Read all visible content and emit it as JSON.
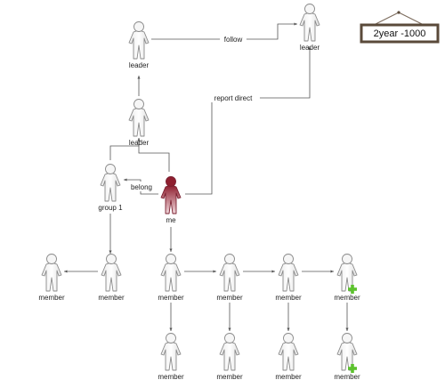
{
  "title_box": {
    "text": "2year -1000"
  },
  "nodes": [
    {
      "id": "leader-top",
      "label": "leader",
      "kind": "person",
      "badge": false
    },
    {
      "id": "leader-right",
      "label": "leader",
      "kind": "person",
      "badge": false
    },
    {
      "id": "leader-mid",
      "label": "leader",
      "kind": "person",
      "badge": false
    },
    {
      "id": "group-1",
      "label": "group 1",
      "kind": "person",
      "badge": false
    },
    {
      "id": "me",
      "label": "me",
      "kind": "me",
      "badge": false
    },
    {
      "id": "member-r1-1",
      "label": "member",
      "kind": "person",
      "badge": false
    },
    {
      "id": "member-r1-2",
      "label": "member",
      "kind": "person",
      "badge": false
    },
    {
      "id": "member-r1-3",
      "label": "member",
      "kind": "person",
      "badge": false
    },
    {
      "id": "member-r1-4",
      "label": "member",
      "kind": "person",
      "badge": false
    },
    {
      "id": "member-r1-5",
      "label": "member",
      "kind": "person",
      "badge": false
    },
    {
      "id": "member-r1-6",
      "label": "member",
      "kind": "person",
      "badge": true
    },
    {
      "id": "member-r2-1",
      "label": "member",
      "kind": "person",
      "badge": false
    },
    {
      "id": "member-r2-2",
      "label": "member",
      "kind": "person",
      "badge": false
    },
    {
      "id": "member-r2-3",
      "label": "member",
      "kind": "person",
      "badge": false
    },
    {
      "id": "member-r2-4",
      "label": "member",
      "kind": "person",
      "badge": true
    }
  ],
  "edges": [
    {
      "from": "leader-top",
      "to": "leader-right",
      "label": "follow"
    },
    {
      "from": "me",
      "to": "leader-right",
      "label": "report direct"
    },
    {
      "from": "leader-mid",
      "to": "leader-top",
      "label": ""
    },
    {
      "from": "group-1",
      "to": "leader-mid",
      "label": ""
    },
    {
      "from": "me",
      "to": "leader-mid",
      "label": ""
    },
    {
      "from": "me",
      "to": "group-1",
      "label": "belong"
    },
    {
      "from": "group-1",
      "to": "member-r1-2",
      "label": ""
    },
    {
      "from": "member-r1-2",
      "to": "member-r1-1",
      "label": ""
    },
    {
      "from": "me",
      "to": "member-r1-3",
      "label": ""
    },
    {
      "from": "member-r1-3",
      "to": "member-r1-4",
      "label": ""
    },
    {
      "from": "member-r1-4",
      "to": "member-r1-5",
      "label": ""
    },
    {
      "from": "member-r1-5",
      "to": "member-r1-6",
      "label": ""
    },
    {
      "from": "member-r1-3",
      "to": "member-r2-1",
      "label": ""
    },
    {
      "from": "member-r1-4",
      "to": "member-r2-2",
      "label": ""
    },
    {
      "from": "member-r1-5",
      "to": "member-r2-3",
      "label": ""
    },
    {
      "from": "member-r1-6",
      "to": "member-r2-4",
      "label": ""
    }
  ],
  "colors": {
    "person_fill": "#f4f4f4",
    "person_stroke": "#8a8a8a",
    "me_top": "#8f1f2f",
    "me_bottom": "#f0d6da",
    "edge": "#555555",
    "badge": "#5cc22e",
    "title_box_border": "#5a4a3a"
  }
}
